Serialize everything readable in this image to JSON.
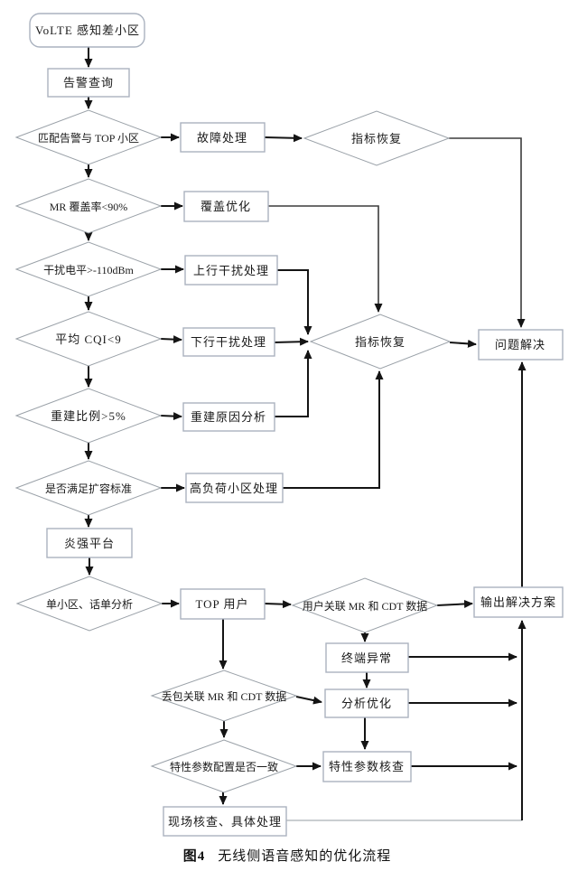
{
  "figure": {
    "caption_tag": "图4",
    "caption_title": "无线侧语音感知的优化流程"
  },
  "colors": {
    "background": "#ffffff",
    "node_border": "#aab2bf",
    "diamond_border": "#9aa1a8",
    "arrow_line": "#141414",
    "light_line": "#b9bdc2",
    "text": "#1a1a1a"
  },
  "nodes": {
    "start": {
      "label": "VoLTE 感知差小区"
    },
    "alarm_query": {
      "label": "告警查询"
    },
    "match_alarm": {
      "label": "匹配告警与 TOP 小区"
    },
    "fault_handling": {
      "label": "故障处理"
    },
    "indicator_recovery_top": {
      "label": "指标恢复"
    },
    "mr_coverage": {
      "label": "MR 覆盖率<90%"
    },
    "coverage_opt": {
      "label": "覆盖优化"
    },
    "interference_level": {
      "label": "干扰电平>-110dBm"
    },
    "uplink_interference": {
      "label": "上行干扰处理"
    },
    "avg_cqi": {
      "label": "平均 CQI<9"
    },
    "downlink_interference": {
      "label": "下行干扰处理"
    },
    "indicator_recovery_mid": {
      "label": "指标恢复"
    },
    "problem_solved": {
      "label": "问题解决"
    },
    "reestablish_ratio": {
      "label": "重建比例>5%"
    },
    "reestablish_analysis": {
      "label": "重建原因分析"
    },
    "expansion_standard": {
      "label": "是否满足扩容标准"
    },
    "high_load_handling": {
      "label": "高负荷小区处理"
    },
    "yanqiang_platform": {
      "label": "炎强平台"
    },
    "single_cell_analysis": {
      "label": "单小区、话单分析"
    },
    "top_user": {
      "label": "TOP 用户"
    },
    "user_assoc_data": {
      "label": "用户关联 MR 和 CDT 数据"
    },
    "output_solution": {
      "label": "输出解决方案"
    },
    "terminal_abnormal": {
      "label": "终端异常"
    },
    "packet_loss_assoc": {
      "label": "丢包关联 MR 和 CDT 数据"
    },
    "analysis_opt": {
      "label": "分析优化"
    },
    "param_config_check": {
      "label": "特性参数配置是否一致"
    },
    "param_check": {
      "label": "特性参数核查"
    },
    "site_check": {
      "label": "现场核查、具体处理"
    }
  }
}
